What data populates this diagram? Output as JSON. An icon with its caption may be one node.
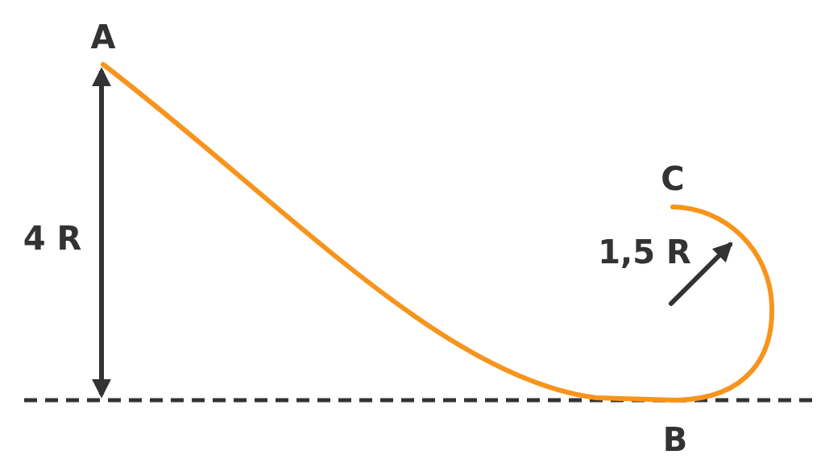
{
  "diagram": {
    "labels": [
      "A",
      "C",
      "4 R",
      "1,5 R",
      "B"
    ]
  }
}
